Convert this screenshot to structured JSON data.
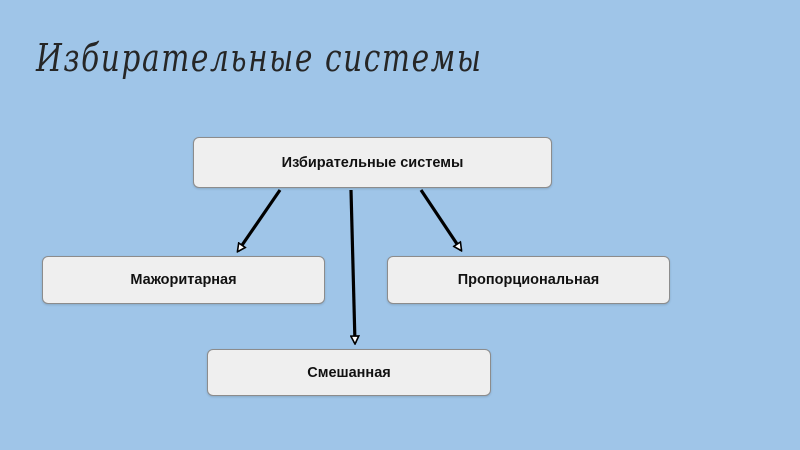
{
  "slide": {
    "title": "Избирательные системы"
  },
  "diagram": {
    "root": {
      "label": "Избирательные системы"
    },
    "children": [
      {
        "label": "Мажоритарная"
      },
      {
        "label": "Пропорциональная"
      },
      {
        "label": "Смешанная"
      }
    ]
  },
  "colors": {
    "background": "#9fc5e8",
    "node_fill": "#efefef",
    "node_border": "#8c8c8c",
    "arrow": "#000000",
    "title_text": "#262626"
  }
}
